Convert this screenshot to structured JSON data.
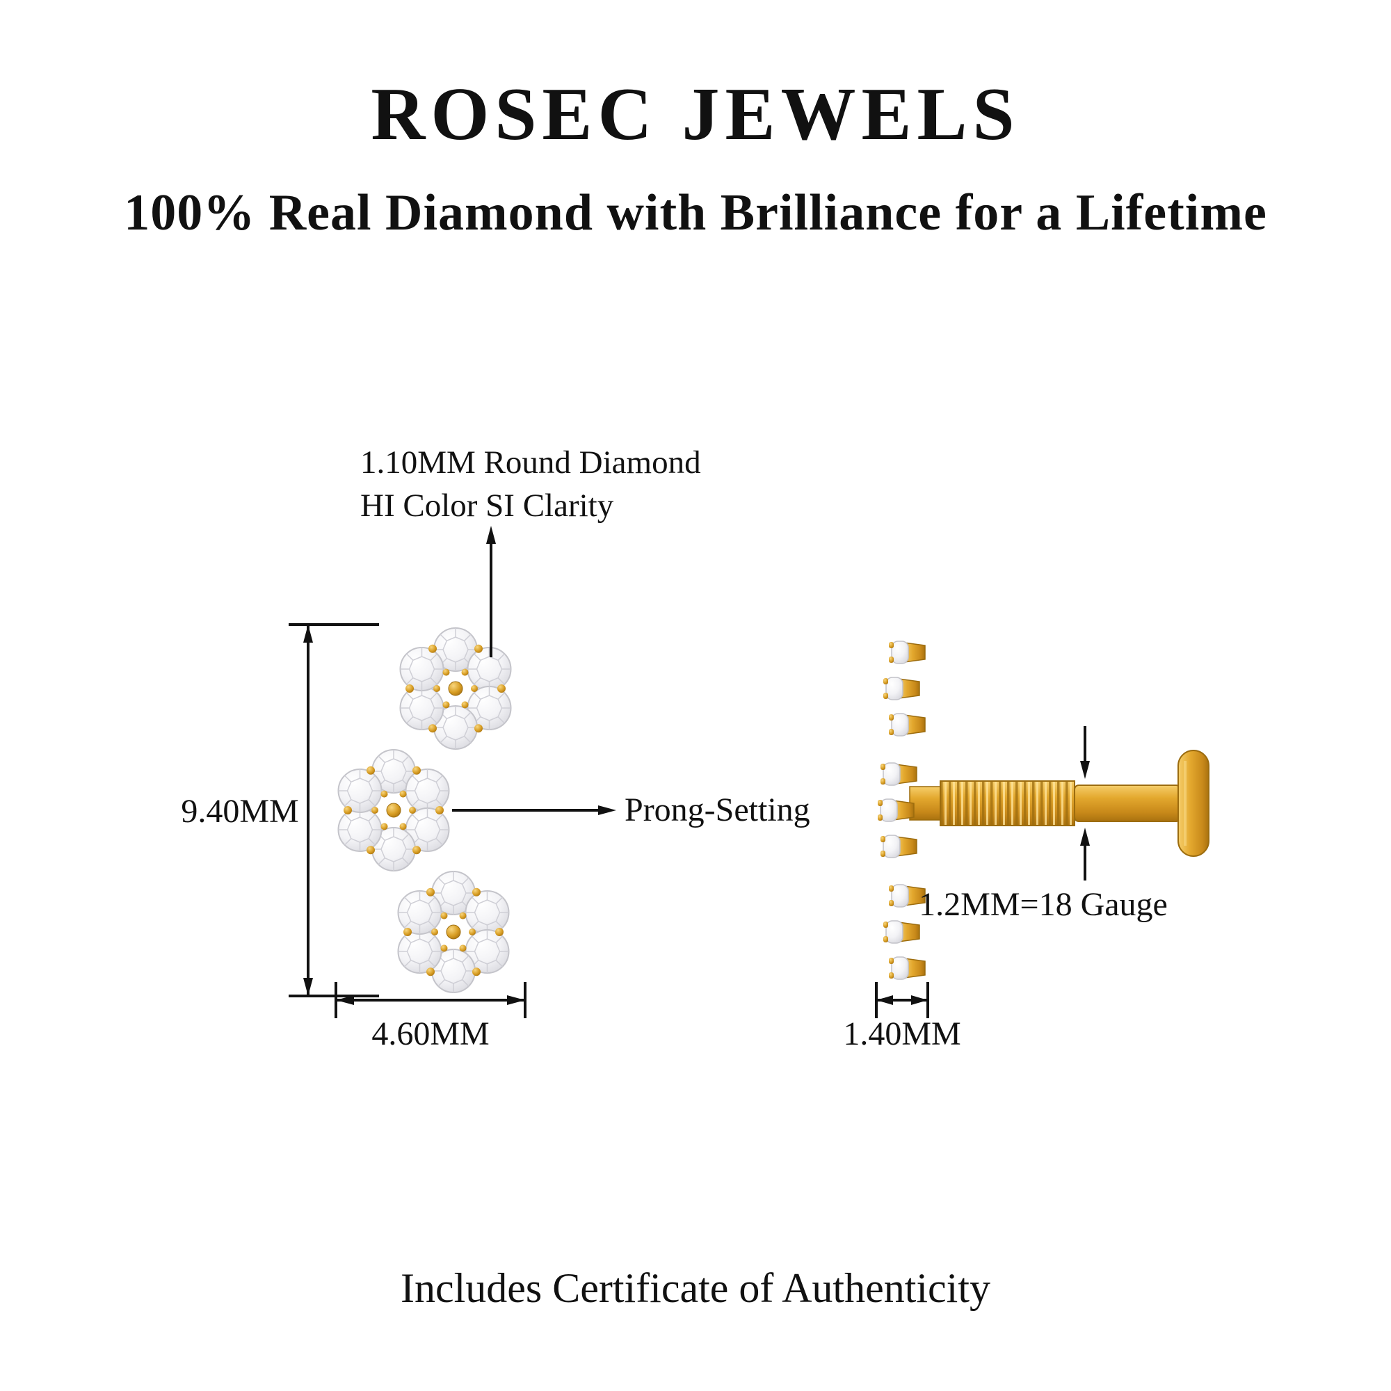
{
  "header": {
    "brand": "ROSEC JEWELS",
    "tagline": "100% Real Diamond with Brilliance for a Lifetime"
  },
  "front_view": {
    "diamond_callout_line1": "1.10MM Round Diamond",
    "diamond_callout_line2": "HI Color SI Clarity",
    "prong_callout": "Prong-Setting",
    "height_dimension": "9.40MM",
    "width_dimension": "4.60MM"
  },
  "side_view": {
    "gauge_dimension": "1.2MM=18 Gauge",
    "back_width_dimension": "1.40MM"
  },
  "footer": {
    "certificate_note": "Includes Certificate of Authenticity"
  },
  "colors": {
    "gold": "#D29A2A",
    "gold_dark": "#9C6C0E",
    "gold_light": "#F6CE6B",
    "diamond": "#F2F2F5",
    "text": "#111111",
    "background": "#FFFFFF"
  }
}
